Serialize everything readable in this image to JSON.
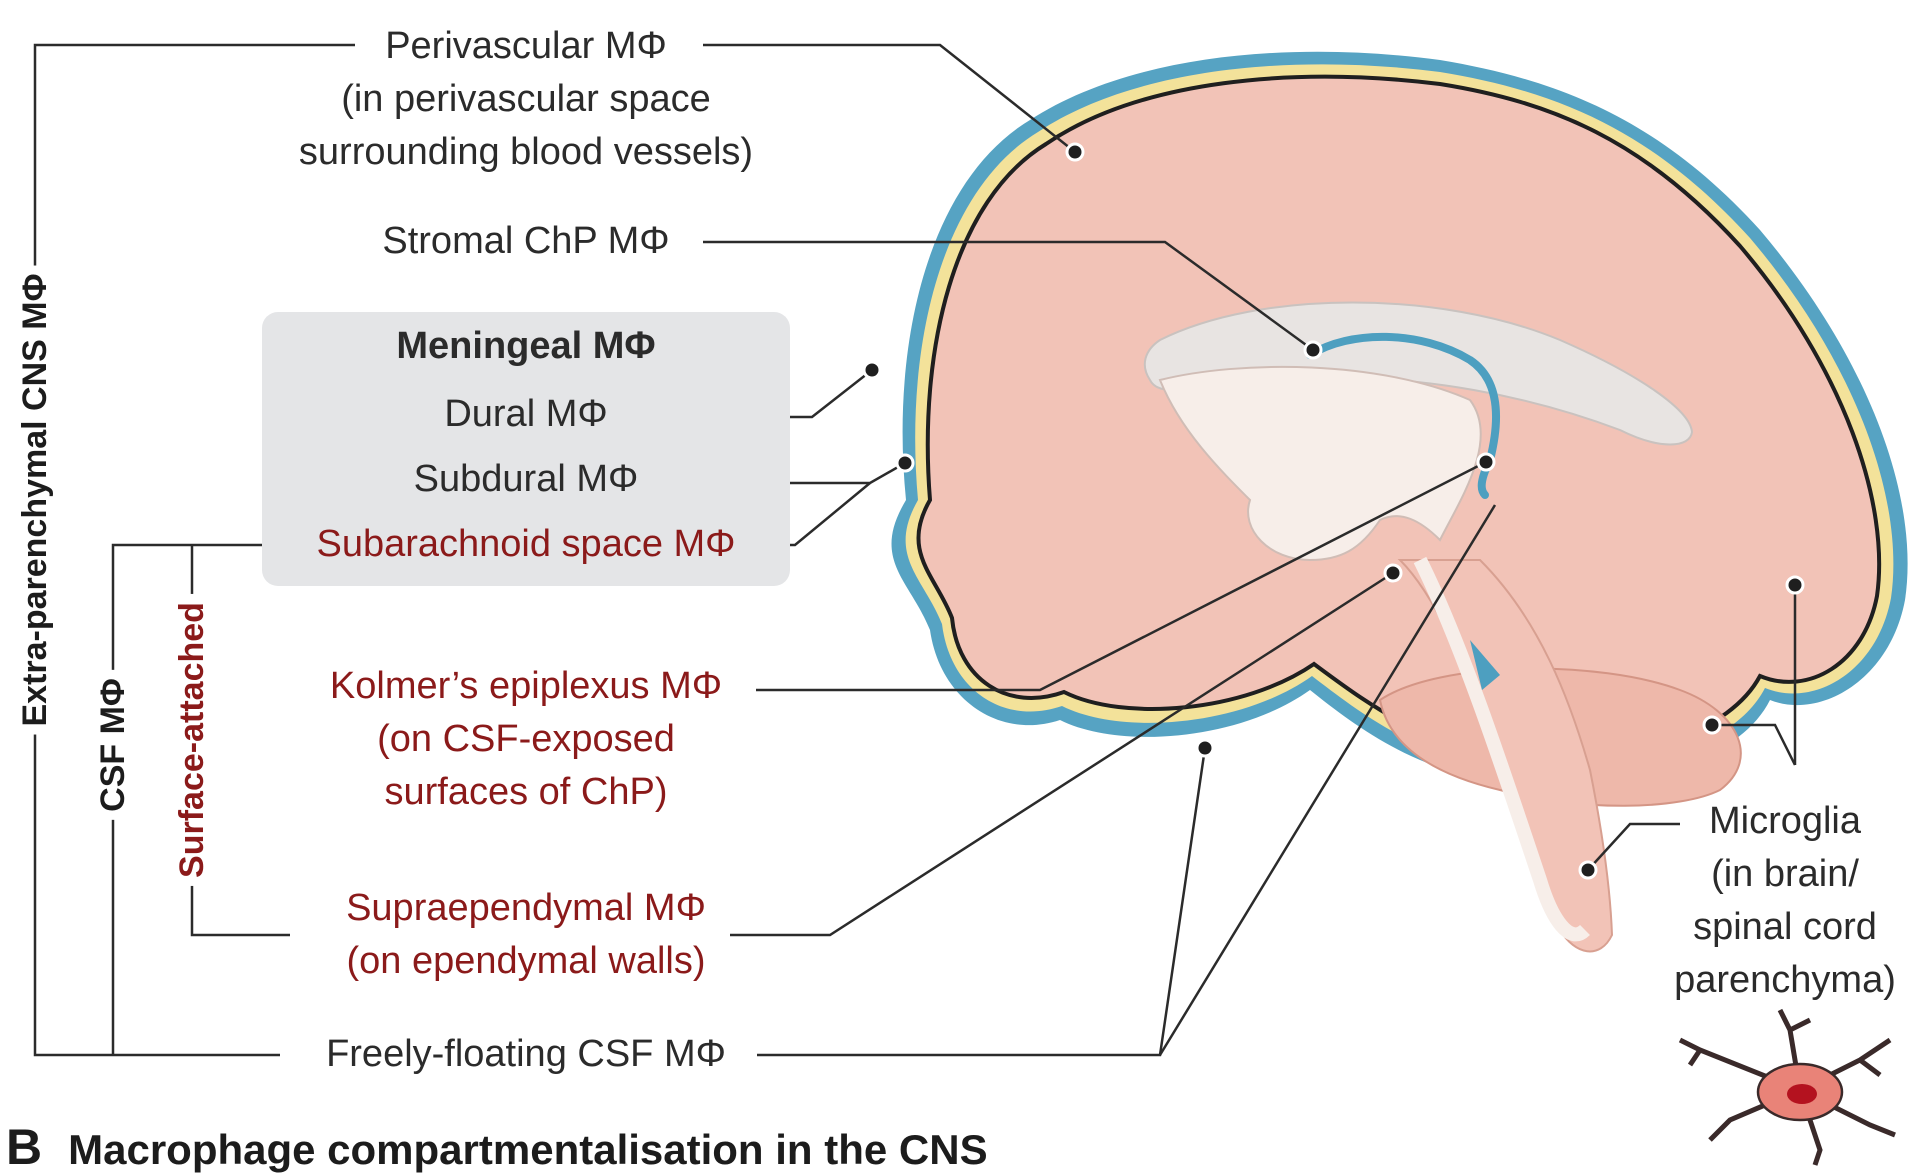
{
  "labels": {
    "perivascular": [
      "Perivascular MΦ",
      "(in perivascular space",
      "surrounding blood vessels)"
    ],
    "stromal_chp": "Stromal ChP MΦ",
    "meningeal_title": "Meningeal MΦ",
    "dural": "Dural MΦ",
    "subdural": "Subdural MΦ",
    "subarachnoid": "Subarachnoid space MΦ",
    "kolmer": [
      "Kolmer’s epiplexus MΦ",
      "(on CSF-exposed",
      "surfaces of ChP)"
    ],
    "supraependymal": [
      "Supraependymal MΦ",
      "(on ependymal walls)"
    ],
    "freely_floating": "Freely-floating CSF MΦ",
    "microglia": [
      "Microglia",
      "(in brain/",
      "spinal cord",
      "parenchyma)"
    ]
  },
  "brackets": {
    "extra_parenchymal": "Extra-parenchymal CNS MΦ",
    "csf": "CSF MΦ",
    "surface_attached": "Surface-attached"
  },
  "panel": {
    "letter": "B",
    "title": "Macrophage compartmentalisation in the CNS"
  },
  "colors": {
    "brain_fill": "#f2c3b7",
    "brain_fold": "#e4a799",
    "meninges_outer": "#56a3c3",
    "meninges_inner": "#f3e29a",
    "ventricle": "#f7eee9",
    "csf_blue": "#4d9fc0",
    "label_red": "#8b1a1a",
    "label_dark": "#2b2b2b",
    "meningeal_box": "#e4e5e7",
    "microglia_cell": "#e98378",
    "microglia_nucleus": "#b4121f"
  }
}
